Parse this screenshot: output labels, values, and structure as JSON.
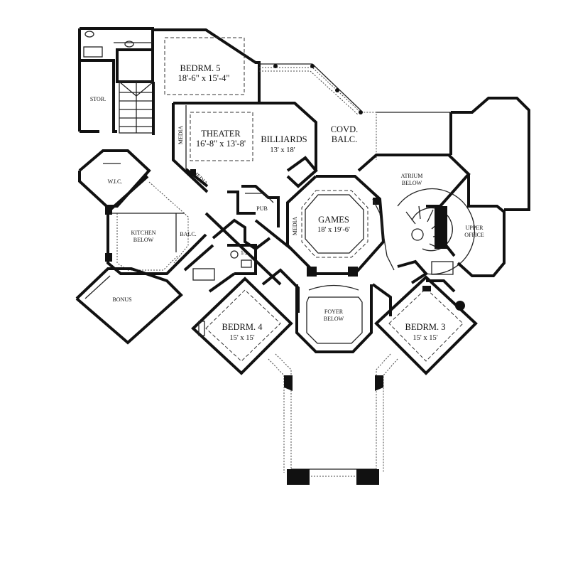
{
  "rooms": {
    "bedrm5": {
      "name": "BEDRM. 5",
      "size": "18'-6\" x 15'-4\""
    },
    "stor": {
      "name": "STOR."
    },
    "theater": {
      "name": "THEATER",
      "size": "16'-8\" x 13'-8'"
    },
    "billiards": {
      "name": "BILLIARDS",
      "size": "13' x 18'"
    },
    "covd_balc": {
      "line1": "COVD.",
      "line2": "BALC."
    },
    "media_left": {
      "name": "MEDIA"
    },
    "media_bottom": {
      "name": "MEDIA"
    },
    "media_games": {
      "name": "MEDIA"
    },
    "wic": {
      "name": "W.I.C."
    },
    "pub": {
      "name": "PUB"
    },
    "atrium": {
      "line1": "ATRIUM",
      "line2": "BELOW"
    },
    "games": {
      "name": "GAMES",
      "size": "18' x 19'-6'"
    },
    "kitchen": {
      "line1": "KITCHEN",
      "line2": "BELOW"
    },
    "balc": {
      "name": "BALC."
    },
    "half_bath": {
      "name": "1/2"
    },
    "upper_office": {
      "line1": "UPPER",
      "line2": "OFFICE"
    },
    "bonus": {
      "name": "BONUS"
    },
    "foyer": {
      "line1": "FOYER",
      "line2": "BELOW"
    },
    "bedrm4": {
      "name": "BEDRM. 4",
      "size": "15' x 15'"
    },
    "bedrm3": {
      "name": "BEDRM. 3",
      "size": "15' x 15'"
    }
  }
}
